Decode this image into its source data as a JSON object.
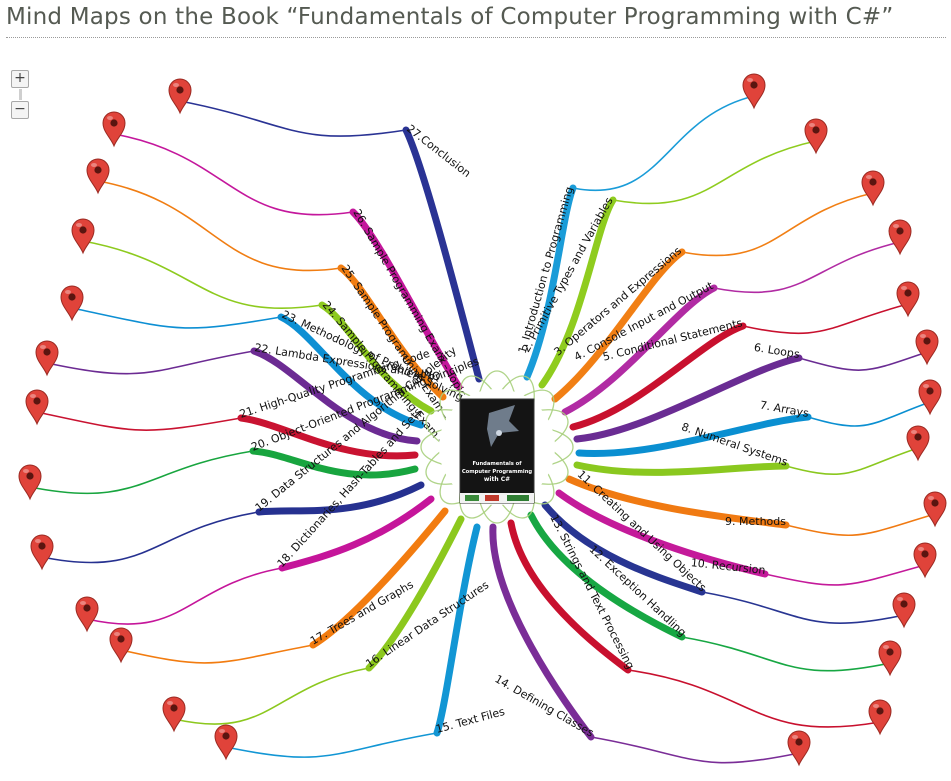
{
  "page": {
    "title": "Mind Maps on the Book “Fundamentals of Computer Programming with C#”"
  },
  "zoom": {
    "in_label": "+",
    "out_label": "−"
  },
  "book_cover": {
    "title_line_1": "Fundamentals of",
    "title_line_2": "Computer Programming",
    "title_line_3": "with C#"
  },
  "colors": {
    "pin": "#e0433a",
    "wreath": "#a7cf7c",
    "cover_bg": "#141414",
    "title_text": "#555a52"
  },
  "topics": [
    {
      "label": "1. Introduction to Programming",
      "color": "#1a9cd8",
      "side": "right"
    },
    {
      "label": "2. Primitive Types and Variables",
      "color": "#8fcc1f",
      "side": "right"
    },
    {
      "label": "3. Operators and Expressions",
      "color": "#f17f14",
      "side": "right"
    },
    {
      "label": "4. Console Input and Output",
      "color": "#b12ba3",
      "side": "right"
    },
    {
      "label": "5. Conditional Statements",
      "color": "#c8102e",
      "side": "right"
    },
    {
      "label": "6. Loops",
      "color": "#6a2c93",
      "side": "right"
    },
    {
      "label": "7. Arrays",
      "color": "#0a8fd1",
      "side": "right"
    },
    {
      "label": "8. Numeral Systems",
      "color": "#8ac81f",
      "side": "right"
    },
    {
      "label": "9. Methods",
      "color": "#f07a12",
      "side": "right"
    },
    {
      "label": "10. Recursion",
      "color": "#c41a9a",
      "side": "right"
    },
    {
      "label": "11. Creating and Using Objects",
      "color": "#283592",
      "side": "right"
    },
    {
      "label": "12. Exception Handling",
      "color": "#17a743",
      "side": "right"
    },
    {
      "label": "13. Strings and Text Processing",
      "color": "#c8102e",
      "side": "right"
    },
    {
      "label": "14. Defining Classes",
      "color": "#7a2d97",
      "side": "right"
    },
    {
      "label": "15. Text Files",
      "color": "#1296d4",
      "side": "left"
    },
    {
      "label": "16. Linear Data Structures",
      "color": "#8cc81e",
      "side": "left"
    },
    {
      "label": "17. Trees and Graphs",
      "color": "#f27c10",
      "side": "left"
    },
    {
      "label": "18. Dictionaries, Hash-Tables and Sets",
      "color": "#c5159a",
      "side": "left"
    },
    {
      "label": "19. Data Structures and Algorithm Complexity",
      "color": "#263190",
      "side": "left"
    },
    {
      "label": "20. Object-Oriented Programming Principles",
      "color": "#18a53f",
      "side": "left"
    },
    {
      "label": "21. High-Quality Programming Code",
      "color": "#c91331",
      "side": "left"
    },
    {
      "label": "22. Lambda Expressions and LINQ",
      "color": "#6c2b93",
      "side": "left"
    },
    {
      "label": "23. Methodology of Problem Solving",
      "color": "#0d8fd3",
      "side": "left"
    },
    {
      "label": "24. Sample Programming Exam – Topic #1",
      "color": "#8dca1e",
      "side": "left"
    },
    {
      "label": "25. Sample Programming Exam – Topic #2",
      "color": "#f07d12",
      "side": "left"
    },
    {
      "label": "26. Sample Programming Exam – Topic #3",
      "color": "#c4179c",
      "side": "left"
    },
    {
      "label": "27.Conclusion",
      "color": "#2a3394",
      "side": "left"
    }
  ]
}
